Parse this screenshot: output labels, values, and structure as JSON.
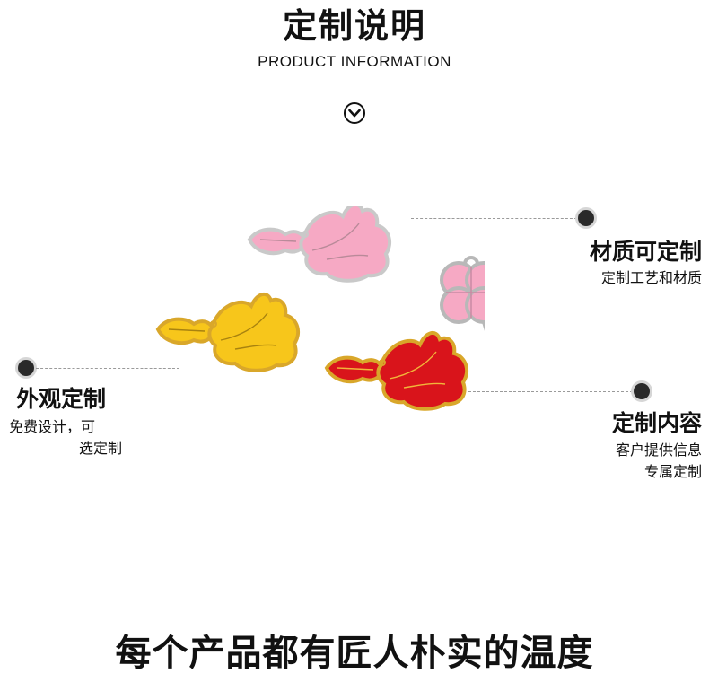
{
  "header": {
    "title": "定制说明",
    "subtitle": "PRODUCT INFORMATION"
  },
  "icons": {
    "scroll_down": "chevron-down-circle-icon"
  },
  "features": [
    {
      "heading": "材质可定制",
      "lines": [
        "定制工艺和材质"
      ]
    },
    {
      "heading": "外观定制",
      "lines": [
        "免费设计，可",
        "选定制"
      ]
    },
    {
      "heading": "定制内容",
      "lines": [
        "客户提供信息",
        "专属定制"
      ]
    }
  ],
  "product_photo": {
    "items": [
      "pink-flower-charm",
      "yellow-flower-charm",
      "red-flower-charm",
      "four-leaf-clover-charm"
    ]
  },
  "footer": {
    "slogan": "每个产品都有匠人朴实的温度"
  },
  "colors": {
    "pink_enamel": "#f6a9c4",
    "yellow_enamel": "#f7c61b",
    "red_enamel": "#d9141b",
    "gold_rim": "#d9a72a",
    "silver_rim": "#b8b8b8"
  }
}
